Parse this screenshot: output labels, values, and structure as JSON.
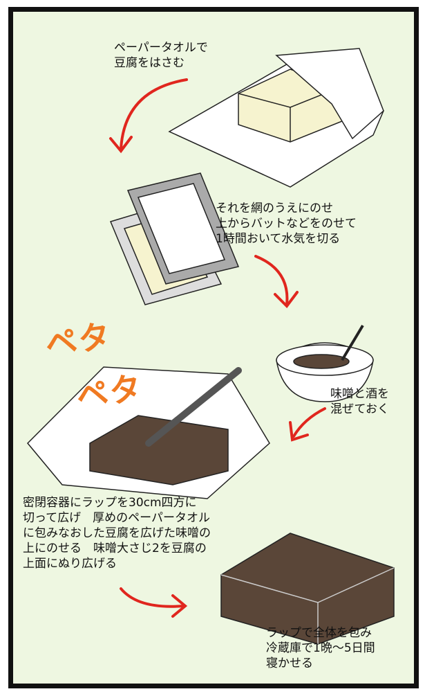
{
  "steps": [
    {
      "lines": [
        "ペーパータオルで",
        "豆腐をはさむ"
      ]
    },
    {
      "lines": [
        "それを網のうえにのせ",
        "上からバットなどをのせて",
        "1時間おいて水気を切る"
      ]
    },
    {
      "lines": [
        "味噌と酒を",
        "混ぜておく"
      ]
    },
    {
      "lines": [
        "密閉容器にラップを30cm四方に",
        "切って広げ　厚めのペーパータオル",
        "に包みなおした豆腐を広げた味噌の",
        "上にのせる　味噌大さじ2を豆腐の",
        "上面にぬり広げる"
      ]
    },
    {
      "lines": [
        "ラップで全体を包み",
        "冷蔵庫で1晩〜5日間",
        "寝かせる"
      ]
    }
  ],
  "sound_effect": [
    "ペタ",
    "ペタ"
  ],
  "colors": {
    "background": "#eef7e1",
    "arrow": "#e0261e",
    "sound_effect": "#f07a22",
    "miso": "#5a4638",
    "tofu": "#f6f3cf"
  }
}
